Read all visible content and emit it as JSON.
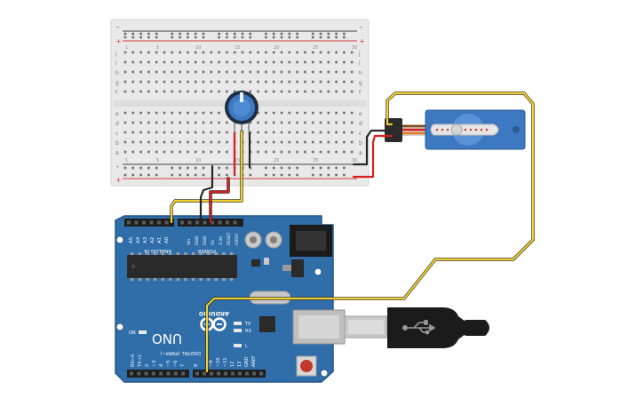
{
  "canvas": {
    "background": "#ffffff"
  },
  "breadboard": {
    "row_labels_top": [
      "j",
      "i",
      "h",
      "g",
      "f"
    ],
    "row_labels_bottom": [
      "e",
      "d",
      "c",
      "b",
      "a"
    ],
    "column_markers": [
      "1",
      "5",
      "10",
      "15",
      "20",
      "25",
      "30"
    ],
    "rail_plus": "+",
    "rail_minus": "-",
    "colors": {
      "body": "#e9e9e9",
      "rail_red": "#d83a3a",
      "rail_black": "#444444",
      "hole": "#6e6e6e"
    }
  },
  "potentiometer": {
    "colors": {
      "knob": "#3d78c2",
      "ring": "#1f2e44"
    }
  },
  "servo": {
    "colors": {
      "body": "#3d78c2",
      "horn": "#e6e6e6",
      "connector": "#2b2b2b"
    }
  },
  "arduino": {
    "brand": "ARDUINO",
    "model": "UNO",
    "digital_header": "DIGITAL (PWM~)",
    "analog_header": "ANALOG IN",
    "power_header": "POWER",
    "analog_pins": [
      "A0",
      "A1",
      "A2",
      "A3",
      "A4",
      "A5"
    ],
    "power_pins": [
      "IOREF",
      "RESET",
      "3.3V",
      "5V",
      "GND",
      "GND",
      "Vin"
    ],
    "digital_pins": [
      "AREF",
      "GND",
      "13",
      "12",
      "~11",
      "~10",
      "~9",
      "8",
      "7",
      "~6",
      "~5",
      "4",
      "~3",
      "2",
      "TX→1",
      "RX←0"
    ],
    "leds": [
      "L",
      "TX",
      "RX",
      "ON"
    ],
    "colors": {
      "board": "#2f6ea9",
      "board_edge": "#24578a",
      "header": "#1e1e1e",
      "chip": "#2a2a2a",
      "usb": "#bfbfbf",
      "reset": "#c0392b"
    }
  },
  "usb_cable": {
    "colors": {
      "plug": "#1b1b1b",
      "metal": "#c8c8c8"
    }
  },
  "wires": {
    "colors": {
      "yellow": "#f2d02e",
      "red": "#d61f1f",
      "black": "#262626",
      "brown": "#8a4a1c",
      "orange": "#e07a18"
    }
  }
}
